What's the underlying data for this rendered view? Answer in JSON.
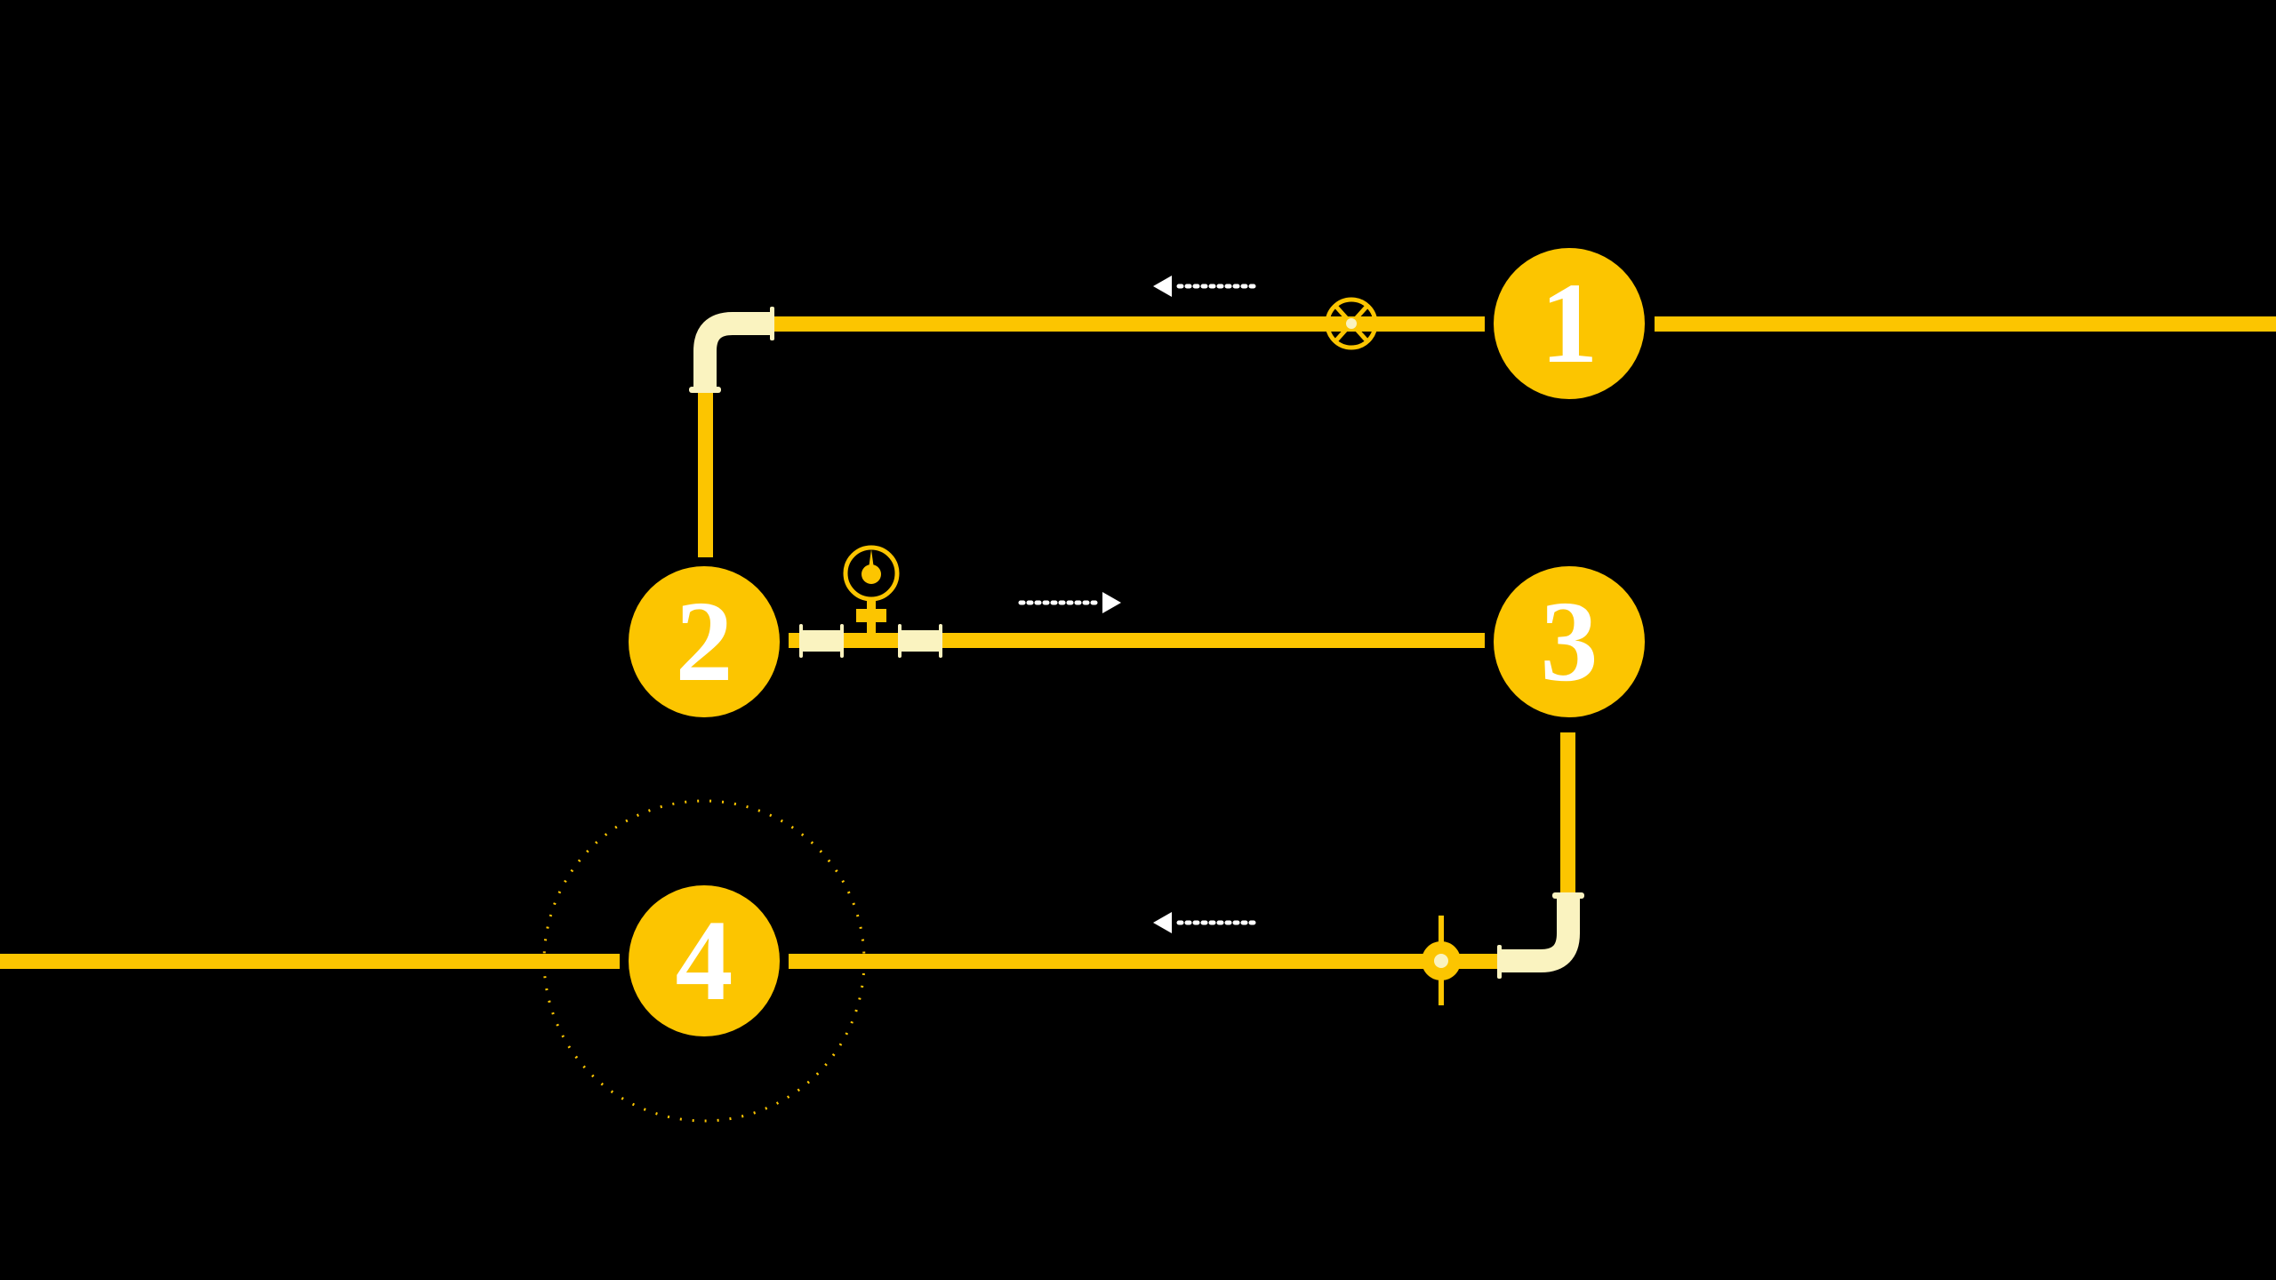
{
  "colors": {
    "background": "#000000",
    "pipe": "#FCC500",
    "fitting": "#FAF3C0",
    "arrow": "#FFFFFF"
  },
  "stations": [
    {
      "label": "1"
    },
    {
      "label": "2"
    },
    {
      "label": "3"
    },
    {
      "label": "4"
    }
  ],
  "flow_arrows": [
    {
      "direction": "left"
    },
    {
      "direction": "right"
    },
    {
      "direction": "left"
    }
  ],
  "icons": [
    "valve-wheel-icon",
    "pressure-gauge-icon",
    "shutoff-valve-icon",
    "pipe-elbow-icon",
    "pipe-coupling-icon"
  ]
}
